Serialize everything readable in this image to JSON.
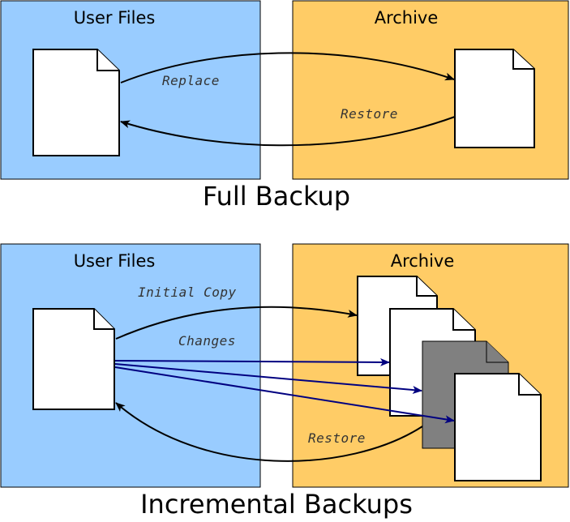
{
  "colors": {
    "user_files_bg": "#99ccff",
    "archive_bg": "#ffcc66",
    "document": "#ffffff",
    "changed_document": "#808080",
    "arrow": "#000000",
    "change_arrow": "#000080"
  },
  "full_backup": {
    "caption": "Full Backup",
    "user_files_title": "User Files",
    "archive_title": "Archive",
    "arrows": {
      "replace": "Replace",
      "restore": "Restore"
    }
  },
  "incremental_backups": {
    "caption": "Incremental Backups",
    "user_files_title": "User Files",
    "archive_title": "Archive",
    "arrows": {
      "initial_copy": "Initial Copy",
      "changes": "Changes",
      "restore": "Restore"
    },
    "archive_documents": [
      "initial",
      "change-1",
      "change-2-deleted",
      "change-3"
    ]
  }
}
